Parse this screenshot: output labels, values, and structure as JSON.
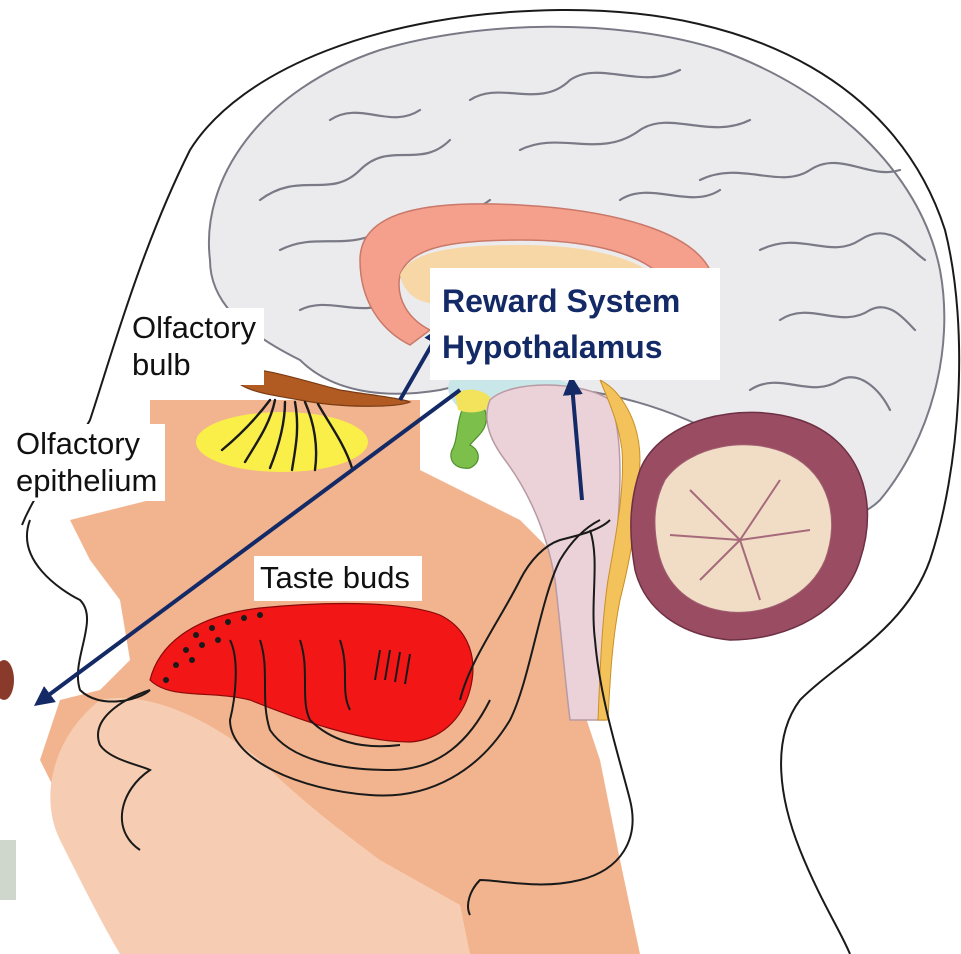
{
  "labels": {
    "olfactory_bulb": [
      "Olfactory",
      "bulb"
    ],
    "olfactory_epithelium": [
      "Olfactory",
      "epithelium"
    ],
    "taste_buds": "Taste buds",
    "reward_system": "Reward System",
    "hypothalamus": "Hypothalamus"
  },
  "colors": {
    "cortex": "#ebebee",
    "sulci": "#7a7a86",
    "corpus_callosum": "#f4a08c",
    "face_tissue": "#f2b48f",
    "tongue": "#f21616",
    "olfactory_region": "#f9ef48",
    "olfactory_bulb": "#b15a21",
    "brainstem": "#ead2d8",
    "cerebellum": "#9a4c63",
    "arrow": "#142a66",
    "reward_text": "#142a66"
  }
}
